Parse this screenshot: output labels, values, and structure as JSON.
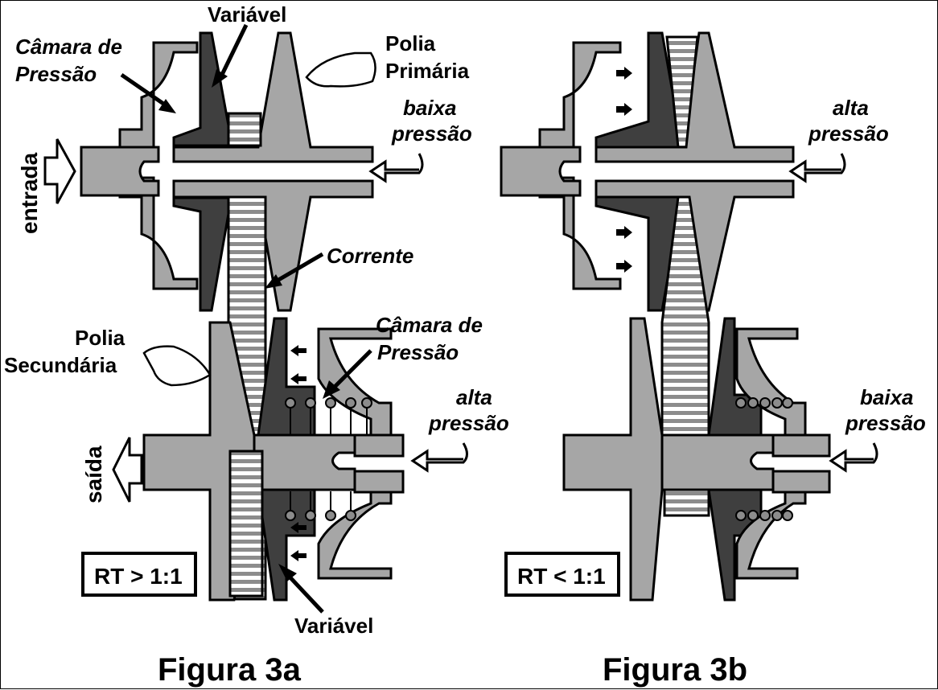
{
  "colors": {
    "light_gray": "#a6a6a6",
    "dark_gray": "#3f3f3f",
    "mid_gray": "#8c8c8c",
    "outline": "#000000",
    "background": "#ffffff"
  },
  "figure_a": {
    "caption": "Figura 3a",
    "labels": {
      "variavel_top": "Variável",
      "camara_line1": "Câmara de",
      "camara_line2": "Pressão",
      "polia_primaria_line1": "Polia",
      "polia_primaria_line2": "Primária",
      "baixa": "baixa",
      "pressao_1": "pressão",
      "entrada": "entrada",
      "corrente": "Corrente",
      "polia_sec_line1": "Polia",
      "polia_sec_line2": "Secundária",
      "camara2_line1": "Câmara de",
      "camara2_line2": "Pressão",
      "alta": "alta",
      "pressao_2": "pressão",
      "saida": "saída",
      "variavel_bottom": "Variável"
    },
    "ratio_box": "RT > 1:1"
  },
  "figure_b": {
    "caption": "Figura 3b",
    "labels": {
      "alta": "alta",
      "pressao_1": "pressão",
      "baixa": "baixa",
      "pressao_2": "pressão"
    },
    "ratio_box": "RT < 1:1"
  },
  "icons": [
    "pointing-hand-icon",
    "hollow-arrow-icon",
    "pressure-arrow-icon"
  ]
}
